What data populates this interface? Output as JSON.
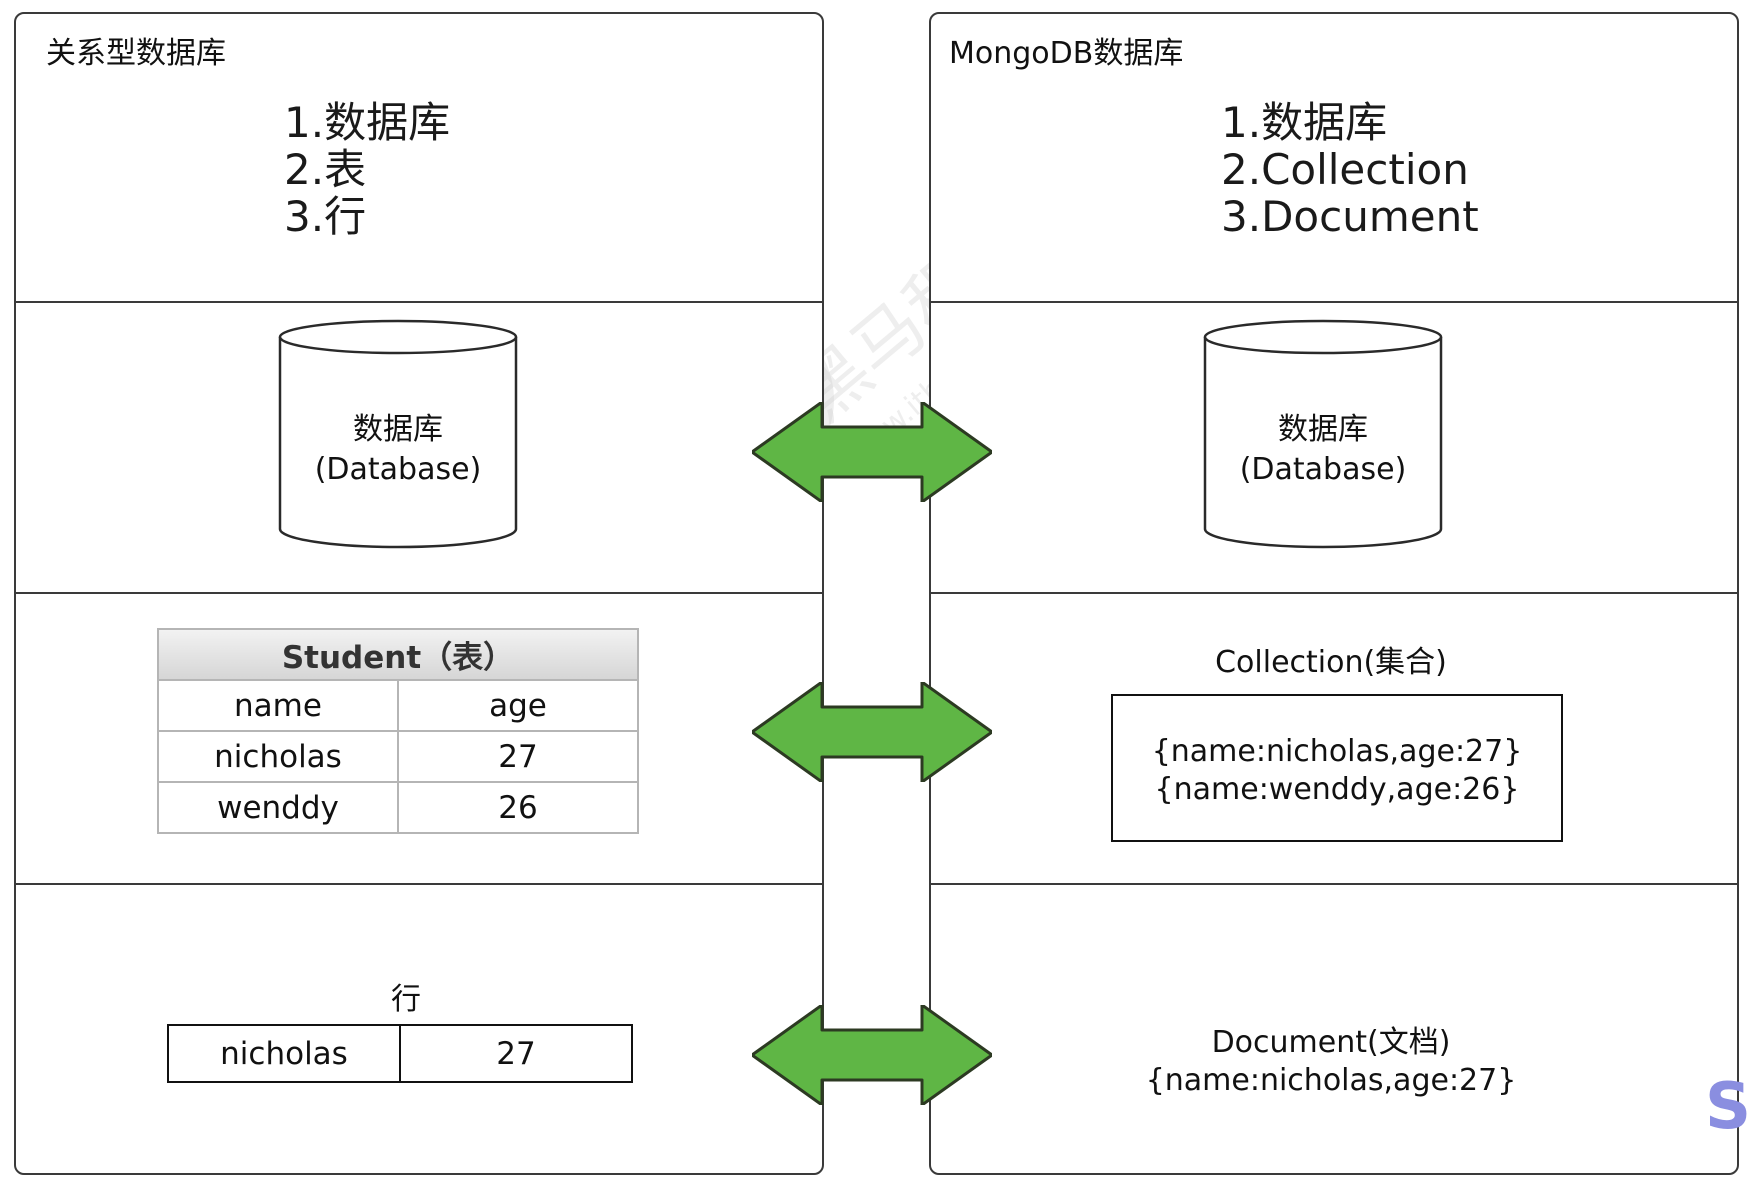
{
  "left": {
    "title": "关系型数据库",
    "list": [
      "1.数据库",
      "2.表",
      "3.行"
    ],
    "db_label": [
      "数据库",
      "(Database)"
    ],
    "table": {
      "caption": "Student（表）",
      "header": [
        "name",
        "age"
      ],
      "rows": [
        [
          "nicholas",
          "27"
        ],
        [
          "wenddy",
          "26"
        ]
      ]
    },
    "row_caption": "行",
    "row": [
      "nicholas",
      "27"
    ]
  },
  "right": {
    "title": "MongoDB数据库",
    "list": [
      "1.数据库",
      "2.Collection",
      "3.Document"
    ],
    "db_label": [
      "数据库",
      "(Database)"
    ],
    "collection_caption": "Collection(集合)",
    "collection_docs": [
      "{name:nicholas,age:27}",
      "{name:wenddy,age:26}"
    ],
    "document_caption": "Document(文档)",
    "document_value": "{name:nicholas,age:27}"
  },
  "colors": {
    "arrow_fill": "#5fb645",
    "arrow_stroke": "#2c3a22",
    "border": "#3a3a3a"
  },
  "watermark": {
    "brand_text": "黑马程序员",
    "url_text": "www.itheima.com"
  }
}
